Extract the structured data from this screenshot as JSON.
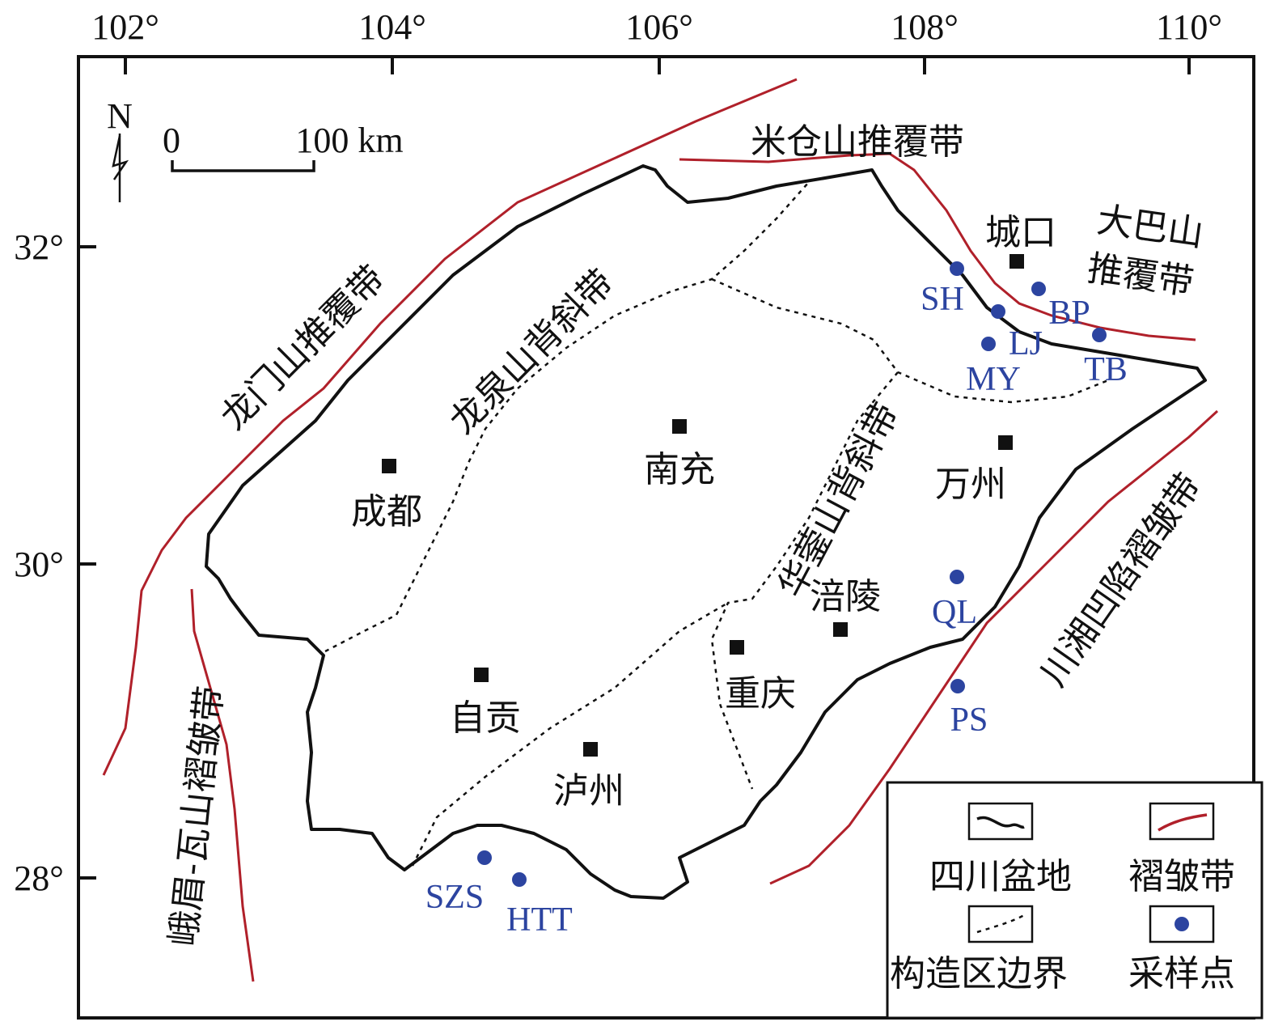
{
  "axes": {
    "lon_ticks": [
      "102°",
      "104°",
      "106°",
      "108°",
      "110°"
    ],
    "lat_ticks": [
      "32°",
      "30°",
      "28°"
    ]
  },
  "north_label": "N",
  "scale": {
    "zero": "0",
    "end": "100 km"
  },
  "belts": {
    "longmen": "龙门山推覆带",
    "longquan": "龙泉山背斜带",
    "huaying": "华蓥山背斜带",
    "emei": "峨眉-瓦山褶皱带",
    "chuanxiang": "川湘凹陷褶皱带",
    "micang": "米仓山推覆带",
    "daba_1": "大巴山",
    "daba_2": "推覆带"
  },
  "cities": {
    "chengdu": "成都",
    "nanchong": "南充",
    "chengkou": "城口",
    "wanzhou": "万州",
    "fuling": "涪陵",
    "chongqing": "重庆",
    "zigong": "自贡",
    "luzhou": "泸州"
  },
  "sites": {
    "SH": "SH",
    "LJ": "LJ",
    "BP": "BP",
    "MY": "MY",
    "TB": "TB",
    "QL": "QL",
    "PS": "PS",
    "SZS": "SZS",
    "HTT": "HTT"
  },
  "legend": {
    "basin": "四川盆地",
    "fold": "褶皱带",
    "boundary": "构造区边界",
    "site": "采样点"
  },
  "colors": {
    "fold": "#b0202a",
    "site": "#2c44a0"
  }
}
